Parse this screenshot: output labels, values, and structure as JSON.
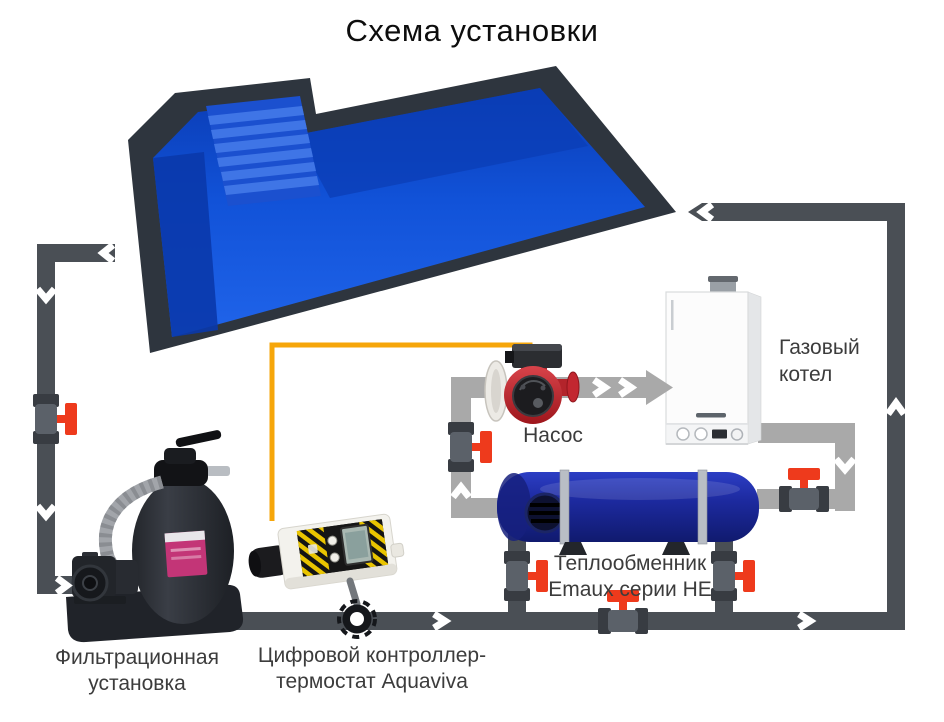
{
  "page": {
    "title": "Схема установки"
  },
  "labels": {
    "filtration": {
      "line1": "Фильтрационная",
      "line2": "установка"
    },
    "controller": {
      "line1": "Цифровой контроллер-",
      "line2": "термостат Aquaviva"
    },
    "pump": {
      "text": "Насос"
    },
    "boiler": {
      "line1": "Газовый",
      "line2": "котел"
    },
    "heat_exchanger": {
      "line1": "Теплообменник",
      "line2": "Emaux серии HE"
    }
  },
  "colors": {
    "background": "#ffffff",
    "pipe_dark": "#4a4f55",
    "pipe_light": "#a9a9a9",
    "cable_orange": "#f6a60a",
    "valve_red": "#ee3a1c",
    "pool_water": "#1152d8",
    "pool_rim": "#2e353e",
    "heat_exchanger_blue": "#1d2aa0",
    "pump_red": "#c2252b",
    "label_text": "#3c3c3c"
  }
}
